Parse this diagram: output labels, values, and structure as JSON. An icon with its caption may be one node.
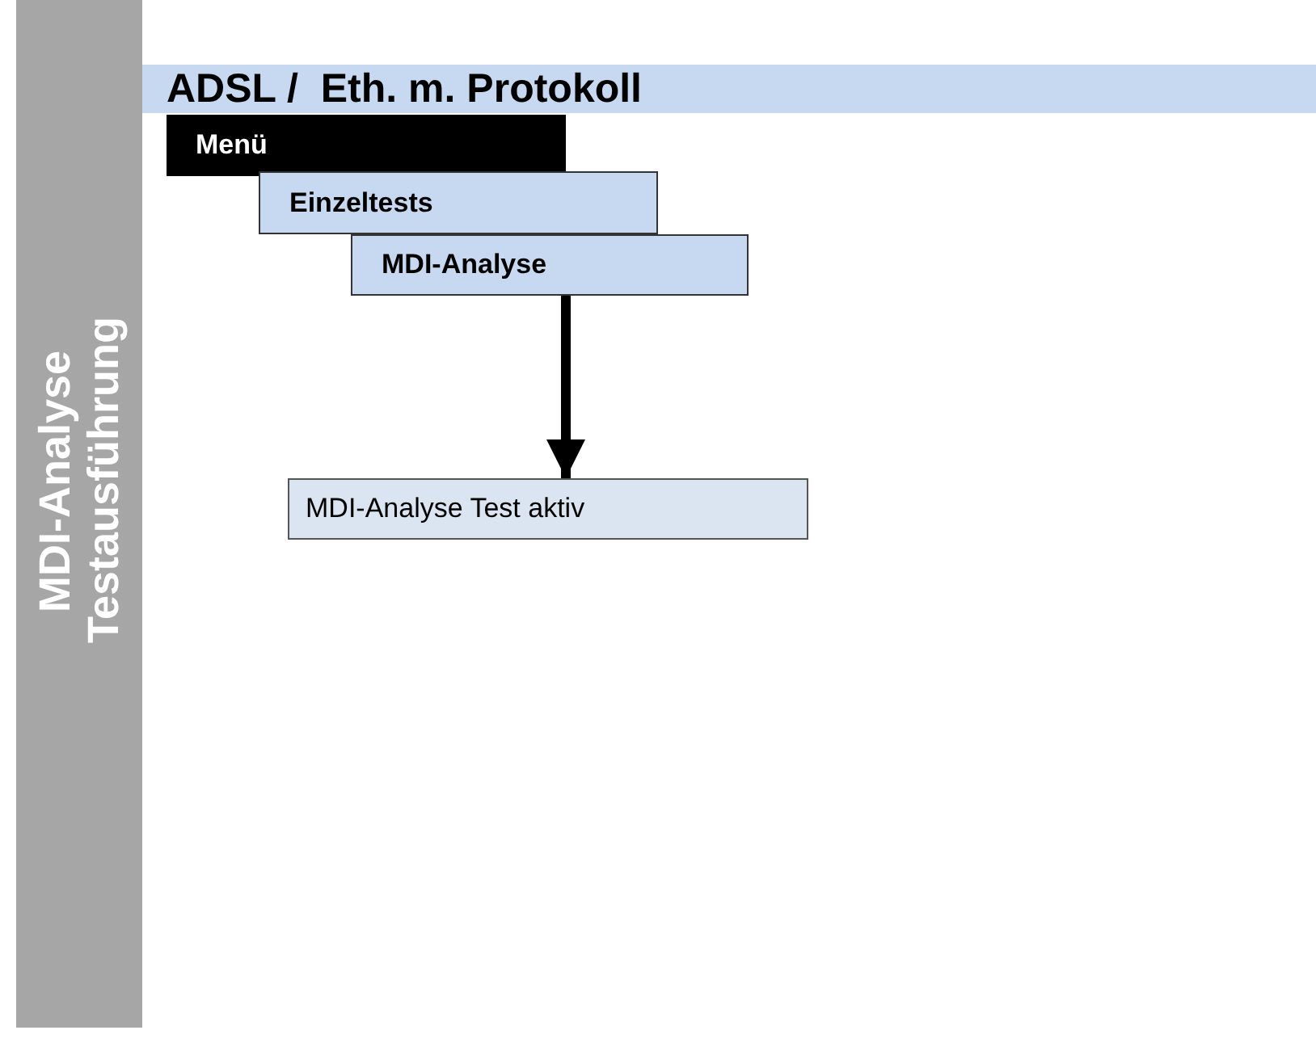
{
  "diagram": {
    "title": "ADSL /  Eth. m. Protokoll",
    "nodes": [
      {
        "text": [
          "MDI-Analyse Testausführung"
        ]
      },
      {
        "text": [
          "Menü"
        ]
      },
      {
        "text": [
          "Einzeltests"
        ]
      },
      {
        "text": [
          "MDI-Analyse"
        ]
      },
      {
        "text": [
          "MDI-Analyse Test aktiv"
        ]
      }
    ],
    "edges": [
      {
        "from": 3,
        "to": 4,
        "arrow": "to"
      }
    ]
  }
}
